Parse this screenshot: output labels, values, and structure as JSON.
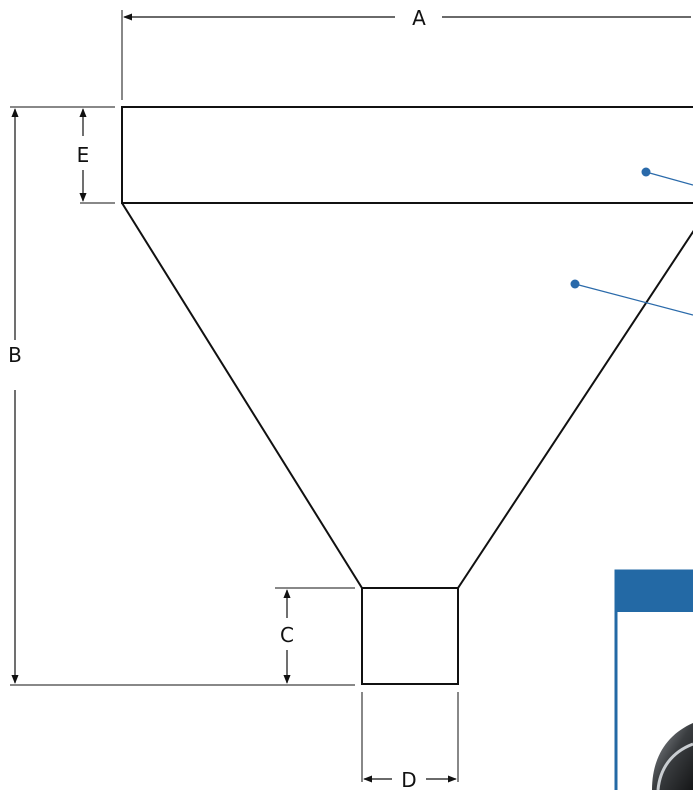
{
  "dimensions": {
    "a": "A",
    "b": "B",
    "c": "C",
    "d": "D",
    "e": "E"
  },
  "colors": {
    "line": "#111111",
    "callout": "#2a6aaa",
    "panel_header": "#2369a5",
    "panel_border": "#2369a5"
  }
}
